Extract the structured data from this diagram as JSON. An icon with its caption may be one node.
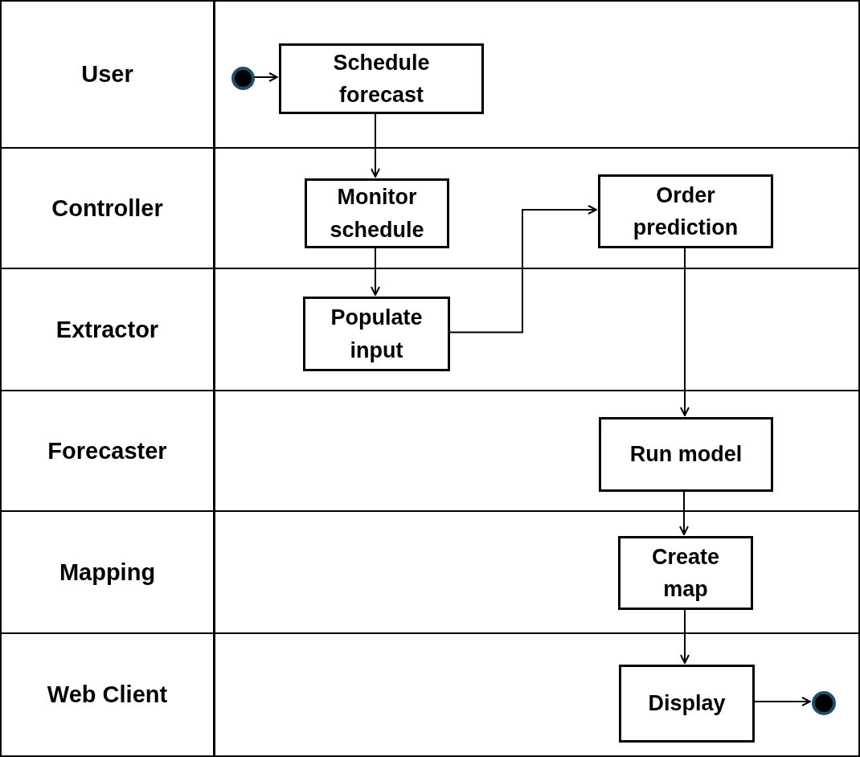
{
  "diagram": {
    "nodes": [
      {
        "text": [
          "User"
        ]
      },
      {
        "text": [],
        "shape": "circle",
        "in": 0
      },
      {
        "text": [
          "Schedule forecast"
        ],
        "in": 0
      },
      {
        "text": [
          "Controller"
        ]
      },
      {
        "text": [
          "Monitor schedule"
        ],
        "in": 3
      },
      {
        "text": [
          "Order prediction"
        ],
        "in": 3
      },
      {
        "text": [
          "Extractor"
        ]
      },
      {
        "text": [
          "Populate input"
        ],
        "in": 6
      },
      {
        "text": [
          "Forecaster"
        ]
      },
      {
        "text": [
          "Run model"
        ],
        "in": 8
      },
      {
        "text": [
          "Mapping"
        ]
      },
      {
        "text": [
          "Create map"
        ],
        "in": 10
      },
      {
        "text": [
          "Web Client"
        ]
      },
      {
        "text": [
          "Display"
        ],
        "in": 12
      },
      {
        "text": [],
        "shape": "circle",
        "in": 12
      }
    ],
    "edges": [
      {
        "from": 1,
        "to": 2,
        "arrow": "to"
      },
      {
        "from": 2,
        "to": 4,
        "arrow": "to"
      },
      {
        "from": 4,
        "to": 7,
        "arrow": "to"
      },
      {
        "from": 7,
        "to": 5,
        "arrow": "to"
      },
      {
        "from": 5,
        "to": 9,
        "arrow": "to"
      },
      {
        "from": 9,
        "to": 11,
        "arrow": "to"
      },
      {
        "from": 11,
        "to": 13,
        "arrow": "to"
      },
      {
        "from": 13,
        "to": 14,
        "arrow": "to"
      }
    ]
  }
}
